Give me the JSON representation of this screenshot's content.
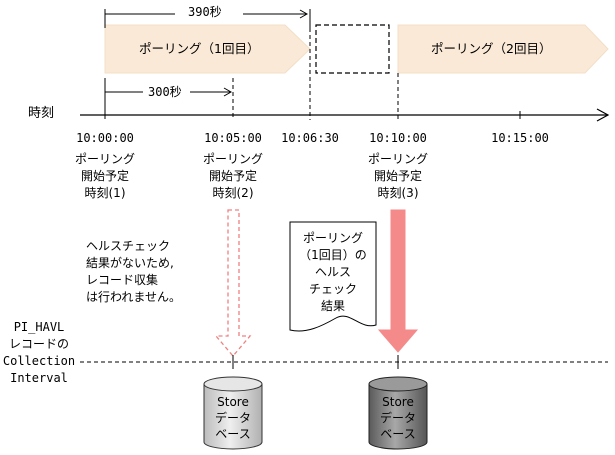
{
  "timeline": {
    "axis_label": "時刻",
    "interval_390": "390秒",
    "interval_300": "300秒",
    "polling_1_label": "ポーリング（1回目）",
    "polling_2_label": "ポーリング（2回目）",
    "ticks": [
      {
        "time": "10:00:00",
        "caption": "ポーリング\n開始予定\n時刻(1)"
      },
      {
        "time": "10:05:00",
        "caption": "ポーリング\n開始予定\n時刻(2)"
      },
      {
        "time": "10:06:30",
        "caption": ""
      },
      {
        "time": "10:10:00",
        "caption": "ポーリング\n開始予定\n時刻(3)"
      },
      {
        "time": "10:15:00",
        "caption": ""
      }
    ]
  },
  "notes": {
    "no_result": "ヘルスチェック\n結果がないため,\nレコード収集\nは行われません。",
    "health_result": "ポーリング\n（1回目）の\nヘルス\nチェック\n結果"
  },
  "collection": {
    "label": "PI_HAVL\nレコードの\nCollection\nInterval"
  },
  "stores": [
    {
      "label": "Store\nデータ\nベース",
      "state": "inactive",
      "color": "#d9d9d9"
    },
    {
      "label": "Store\nデータ\nベース",
      "state": "active",
      "color": "#8c8c8c"
    }
  ],
  "colors": {
    "polling_fill": "#f9e9d6",
    "arrow_solid": "#f48a8a",
    "arrow_dashed": "#f08080"
  }
}
